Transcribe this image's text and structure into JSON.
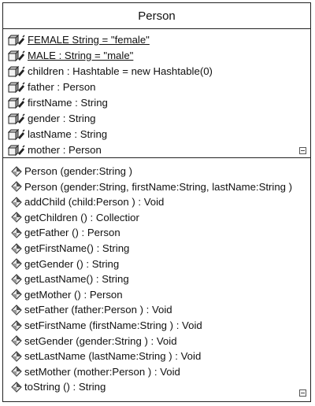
{
  "class_name": "Person",
  "attributes": [
    {
      "text": "FEMALE  String =  \"female\"",
      "static": true,
      "icon": "protected-attribute-icon"
    },
    {
      "text": "MALE : String =  \"male\"",
      "static": true,
      "icon": "protected-attribute-icon"
    },
    {
      "text": "children : Hashtable =  new Hashtable(0)",
      "static": false,
      "icon": "protected-attribute-icon"
    },
    {
      "text": "father : Person",
      "static": false,
      "icon": "protected-attribute-icon"
    },
    {
      "text": "firstName : String",
      "static": false,
      "icon": "protected-attribute-icon"
    },
    {
      "text": "gender : String",
      "static": false,
      "icon": "protected-attribute-icon"
    },
    {
      "text": "lastName : String",
      "static": false,
      "icon": "protected-attribute-icon"
    },
    {
      "text": "mother : Person",
      "static": false,
      "icon": "protected-attribute-icon"
    }
  ],
  "operations": [
    {
      "text": "Person (gender:String  )",
      "icon": "public-operation-icon"
    },
    {
      "text": "Person (gender:String, firstName:String, lastName:String )",
      "icon": "public-operation-icon"
    },
    {
      "text": "addChild (child:Person  ) : Void",
      "icon": "public-operation-icon"
    },
    {
      "text": "getChildren () : Collectior",
      "icon": "public-operation-icon"
    },
    {
      "text": "getFather () : Person",
      "icon": "public-operation-icon"
    },
    {
      "text": "getFirstName() : String",
      "icon": "public-operation-icon"
    },
    {
      "text": "getGender () : String",
      "icon": "public-operation-icon"
    },
    {
      "text": "getLastName() : String",
      "icon": "public-operation-icon"
    },
    {
      "text": "getMother () : Person",
      "icon": "public-operation-icon"
    },
    {
      "text": "setFather (father:Person  ) : Void",
      "icon": "public-operation-icon"
    },
    {
      "text": "setFirstName (firstName:String  ) : Void",
      "icon": "public-operation-icon"
    },
    {
      "text": "setGender (gender:String  ) : Void",
      "icon": "public-operation-icon"
    },
    {
      "text": "setLastName (lastName:String ) : Void",
      "icon": "public-operation-icon"
    },
    {
      "text": "setMother (mother:Person  ) : Void",
      "icon": "public-operation-icon"
    },
    {
      "text": "toString () : String",
      "icon": "public-operation-icon"
    }
  ],
  "collapse_icon": "collapse-minus-icon"
}
